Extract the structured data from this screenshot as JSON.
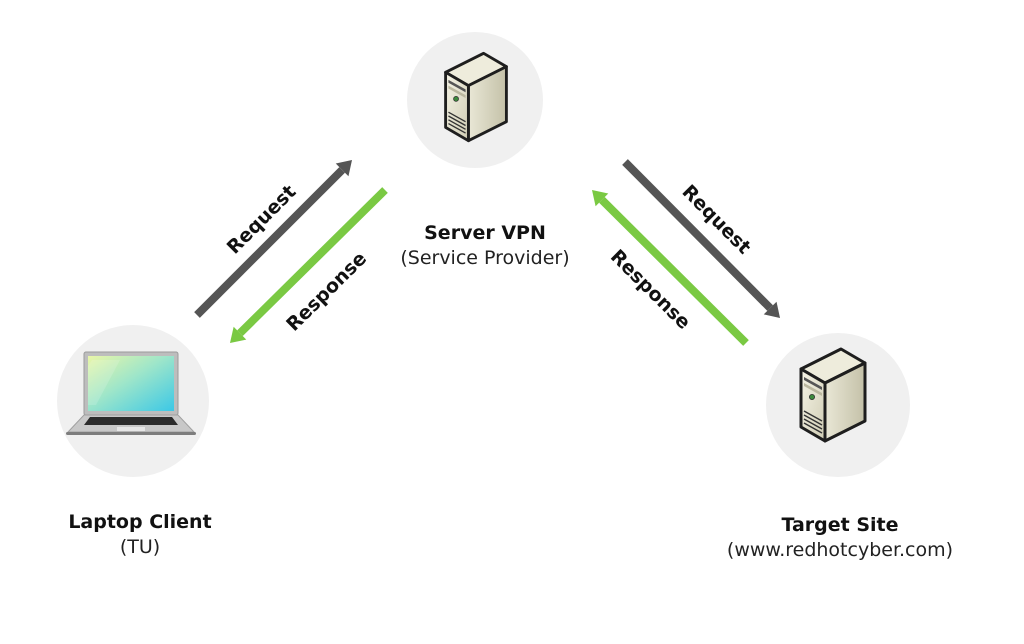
{
  "diagram": {
    "colors": {
      "request_arrow": "#555555",
      "response_arrow": "#7ac943",
      "node_circle": "#efefef"
    },
    "nodes": [
      {
        "id": "laptop",
        "icon": "laptop-icon",
        "title": "Laptop Client",
        "subtitle": "(TU)"
      },
      {
        "id": "vpn",
        "icon": "server-icon",
        "title": "Server VPN",
        "subtitle": "(Service Provider)"
      },
      {
        "id": "target",
        "icon": "server-icon",
        "title": "Target Site",
        "subtitle": "(www.redhotcyber.com)"
      }
    ],
    "edges": [
      {
        "from": "laptop",
        "to": "vpn",
        "label": "Request",
        "kind": "request"
      },
      {
        "from": "vpn",
        "to": "laptop",
        "label": "Response",
        "kind": "response"
      },
      {
        "from": "vpn",
        "to": "target",
        "label": "Request",
        "kind": "request"
      },
      {
        "from": "target",
        "to": "vpn",
        "label": "Response",
        "kind": "response"
      }
    ]
  }
}
